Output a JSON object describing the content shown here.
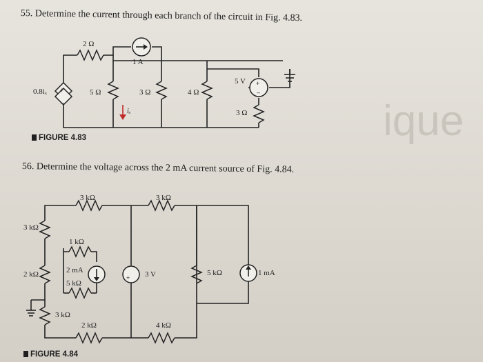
{
  "problem55": "55. Determine the current through each branch of the circuit in Fig. 4.83.",
  "problem56": "56. Determine the voltage across the 2 mA current source of Fig. 4.84.",
  "fig483": {
    "title": "FIGURE 4.83",
    "labels": {
      "r2": "2 Ω",
      "src_1a": "1 A",
      "dep_src": "0.8iₓ",
      "r5": "5 Ω",
      "r3a": "3 Ω",
      "r4": "4 Ω",
      "v5": "5 V",
      "r3b": "3 Ω",
      "ix": "iₓ"
    }
  },
  "fig484": {
    "title": "FIGURE 4.84",
    "labels": {
      "r3k_top1": "3 kΩ",
      "r3k_top2": "3 kΩ",
      "r3k_left": "3 kΩ",
      "r1k": "1 kΩ",
      "r2k_left": "2 kΩ",
      "i2ma": "2 mA",
      "r5k_mid": "5 kΩ",
      "v3": "3 V",
      "r5k_right": "5 kΩ",
      "i1ma": "1 mA",
      "r3k_bottom": "3 kΩ",
      "r2k_bottom": "2 kΩ",
      "r4k": "4 kΩ"
    }
  }
}
